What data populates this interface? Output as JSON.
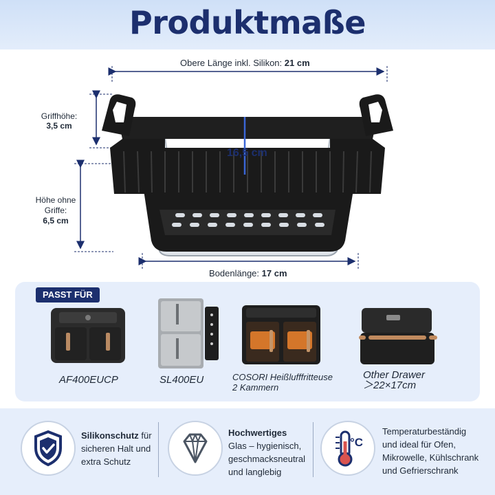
{
  "header": {
    "title": "Produktmaße"
  },
  "dimensions": {
    "top_length_label": "Obere Länge inkl. Silikon:",
    "top_length_value": "21 cm",
    "handle_height_label": "Griffhöhe:",
    "handle_height_value": "3,5 cm",
    "height_label_line1": "Höhe ohne",
    "height_label_line2": "Griffe:",
    "height_value": "6,5 cm",
    "width_value": "16,5 cm",
    "bottom_length_label": "Bodenlänge:",
    "bottom_length_value": "17 cm"
  },
  "fits": {
    "badge": "PASST FÜR",
    "devices": [
      {
        "label_line1": "AF400EUCP",
        "label_line2": ""
      },
      {
        "label_line1": "SL400EU",
        "label_line2": ""
      },
      {
        "label_line1": "COSORI Heißlufffritteuse",
        "label_line2": "2 Kammern"
      },
      {
        "label_line1": "Other Drawer",
        "label_line2": "＞22×17cm"
      }
    ]
  },
  "features": [
    {
      "icon": "shield-check-icon",
      "title": "Silikonschutz",
      "text_line1": " für",
      "text_line2": "sicheren Halt und",
      "text_line3": "extra Schutz",
      "text_line4": ""
    },
    {
      "icon": "diamond-icon",
      "title": "Hochwertiges",
      "text_line1": "",
      "text_line2": "Glas – hygienisch,",
      "text_line3": "geschmacksneutral",
      "text_line4": "und langlebig"
    },
    {
      "icon": "thermometer-icon",
      "title": "",
      "text_line1": "Temperaturbeständig",
      "text_line2": "und ideal für Ofen,",
      "text_line3": "Mikrowelle, Kühlschrank",
      "text_line4": "und Gefrierschrank"
    }
  ],
  "thermo_unit": "°C",
  "colors": {
    "navy": "#1c2f6e",
    "panel": "#e6eefb",
    "accent_blue": "#3a66d6"
  }
}
